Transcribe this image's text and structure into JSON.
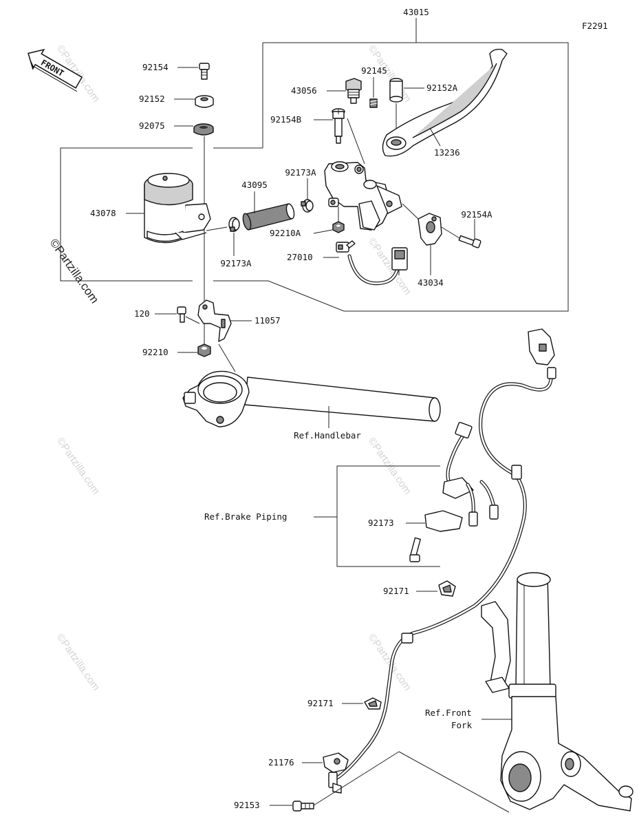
{
  "figure_code": "F2291",
  "front_label": "FRONT",
  "watermark": "©Partzilla.com",
  "parts": {
    "p43015": "43015",
    "p92154": "92154",
    "p92152": "92152",
    "p92075": "92075",
    "p43056": "43056",
    "p92145": "92145",
    "p92152A": "92152A",
    "p92154B": "92154B",
    "p13236": "13236",
    "p43095": "43095",
    "p92173A_top": "92173A",
    "p43078": "43078",
    "p92154A": "92154A",
    "p92210A": "92210A",
    "p92173A_bot": "92173A",
    "p27010": "27010",
    "p43034": "43034",
    "p120": "120",
    "p11057": "11057",
    "p92210": "92210",
    "p92173": "92173",
    "p92171a": "92171",
    "p92171b": "92171",
    "p21176": "21176",
    "p92153": "92153"
  },
  "refs": {
    "handlebar": "Ref.Handlebar",
    "brake_piping": "Ref.Brake Piping",
    "front_fork_1": "Ref.Front",
    "front_fork_2": "Fork"
  }
}
